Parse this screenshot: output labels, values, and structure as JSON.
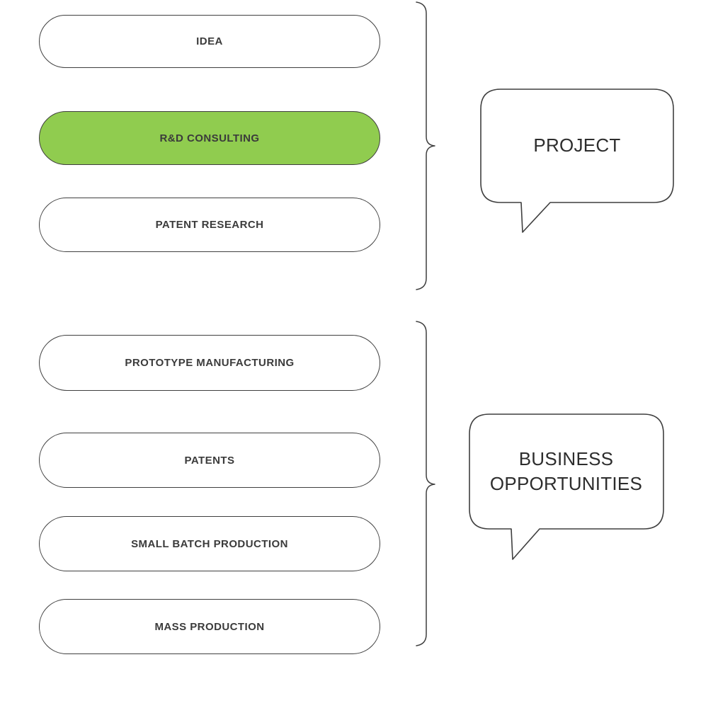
{
  "diagram": {
    "background": "#ffffff",
    "stroke_color": "#3f3f3f",
    "text_color": "#3b3b3b",
    "accent_green": "#90cc4f",
    "groups": [
      {
        "label": "PROJECT",
        "items": [
          {
            "label": "IDEA",
            "highlighted": false
          },
          {
            "label": "R&D CONSULTING",
            "highlighted": true
          },
          {
            "label": "PATENT RESEARCH",
            "highlighted": false
          }
        ]
      },
      {
        "label": "BUSINESS OPPORTUNITIES",
        "items": [
          {
            "label": "PROTOTYPE MANUFACTURING",
            "highlighted": false
          },
          {
            "label": "PATENTS",
            "highlighted": false
          },
          {
            "label": "SMALL BATCH PRODUCTION",
            "highlighted": false
          },
          {
            "label": "MASS PRODUCTION",
            "highlighted": false
          }
        ]
      }
    ]
  }
}
